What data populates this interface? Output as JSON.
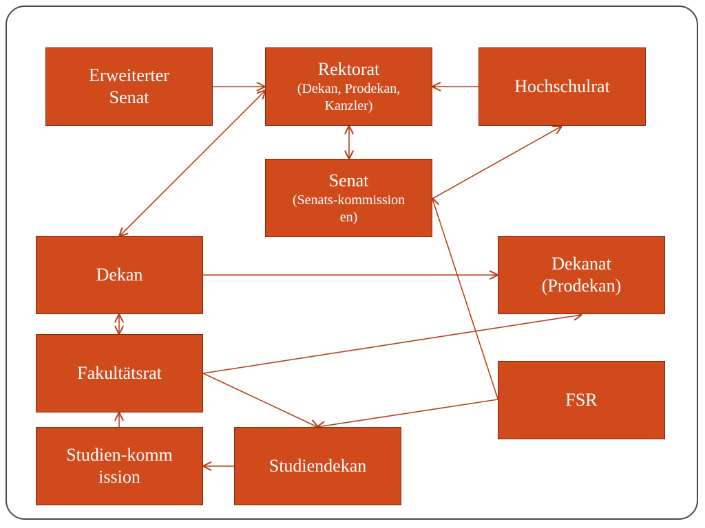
{
  "nodes": {
    "erweiterter_senat": {
      "title": "Erweiterter Senat"
    },
    "rektorat": {
      "title": "Rektorat",
      "subtitle": "(Dekan, Prodekan, Kanzler)"
    },
    "hochschulrat": {
      "title": "Hochschulrat"
    },
    "senat": {
      "title": "Senat",
      "subtitle": "(Senats-kommissionen)"
    },
    "dekan": {
      "title": "Dekan"
    },
    "dekanat": {
      "title": "Dekanat",
      "subtitle": "(Prodekan)"
    },
    "fakultaetsrat": {
      "title": "Fakultätsrat"
    },
    "fsr": {
      "title": "FSR"
    },
    "studienkommission": {
      "title": "Studien-kommission"
    },
    "studiendekan": {
      "title": "Studiendekan"
    }
  },
  "colors": {
    "node_fill": "#d04a1c",
    "node_border": "#7a2a10",
    "edge": "#b5401a",
    "frame": "#4a4a4a"
  }
}
